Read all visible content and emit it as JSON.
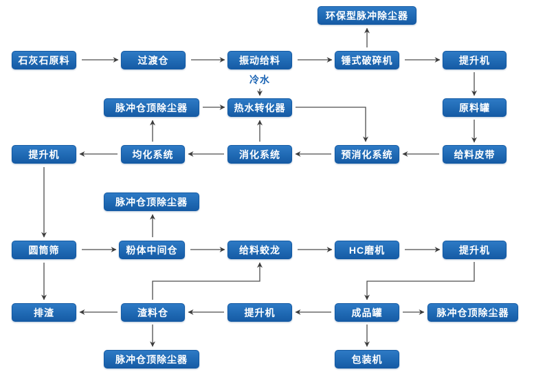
{
  "diagram": {
    "type": "flowchart",
    "language": "zh-CN",
    "colors": {
      "canvas_bg": "#ffffff",
      "node_fill_top": "#2e7ac5",
      "node_fill": "#1e68b2",
      "node_fill_bottom": "#165ba5",
      "node_border": "#1158a2",
      "node_text": "#ffffff",
      "label_blue": "#1b64b4",
      "line": "#4c4c4c",
      "arrowhead": "#3b3b3b"
    },
    "nodes": {
      "eco-pulse-collector": {
        "label": "环保型脉冲除尘器"
      },
      "limestone-raw-material": {
        "label": "石灰石原料"
      },
      "transition-bin": {
        "label": "过渡仓"
      },
      "vibrating-feeder": {
        "label": "振动给料"
      },
      "hammer-crusher": {
        "label": "锤式破碎机"
      },
      "elevator-1": {
        "label": "提升机"
      },
      "pulse-top-collector-1": {
        "label": "脉冲仓顶除尘器"
      },
      "cold-water": {
        "label": "冷水"
      },
      "hot-water-converter": {
        "label": "热水转化器"
      },
      "raw-material-tank": {
        "label": "原料罐"
      },
      "elevator-2": {
        "label": "提升机"
      },
      "homogenization-system": {
        "label": "均化系统"
      },
      "digestion-system": {
        "label": "消化系统"
      },
      "pre-digestion-system": {
        "label": "预消化系统"
      },
      "feeding-belt": {
        "label": "给料皮带"
      },
      "pulse-top-collector-2": {
        "label": "脉冲仓顶除尘器"
      },
      "drum-screen": {
        "label": "圆筒筛"
      },
      "powder-intermediate-bin": {
        "label": "粉体中间仓"
      },
      "feeding-screw": {
        "label": "给料蛟龙"
      },
      "hc-mill": {
        "label": "HC磨机"
      },
      "elevator-3": {
        "label": "提升机"
      },
      "slag-discharge": {
        "label": "排渣"
      },
      "slag-bin": {
        "label": "渣料仓"
      },
      "elevator-4": {
        "label": "提升机"
      },
      "product-tank": {
        "label": "成品罐"
      },
      "pulse-top-collector-3": {
        "label": "脉冲仓顶除尘器"
      },
      "pulse-top-collector-4": {
        "label": "脉冲仓顶除尘器"
      },
      "packing-machine": {
        "label": "包装机"
      }
    },
    "edges": [
      {
        "from": "hammer-crusher",
        "to": "eco-pulse-collector"
      },
      {
        "from": "limestone-raw-material",
        "to": "transition-bin"
      },
      {
        "from": "transition-bin",
        "to": "vibrating-feeder"
      },
      {
        "from": "vibrating-feeder",
        "to": "hammer-crusher"
      },
      {
        "from": "hammer-crusher",
        "to": "elevator-1"
      },
      {
        "from": "elevator-1",
        "to": "raw-material-tank"
      },
      {
        "from": "raw-material-tank",
        "to": "feeding-belt"
      },
      {
        "from": "feeding-belt",
        "to": "pre-digestion-system"
      },
      {
        "from": "pre-digestion-system",
        "to": "digestion-system"
      },
      {
        "from": "digestion-system",
        "to": "homogenization-system"
      },
      {
        "from": "homogenization-system",
        "to": "elevator-2"
      },
      {
        "from": "homogenization-system",
        "to": "pulse-top-collector-1"
      },
      {
        "from": "pulse-top-collector-1",
        "to": "hot-water-converter"
      },
      {
        "from": "cold-water",
        "to": "hot-water-converter"
      },
      {
        "from": "digestion-system",
        "to": "hot-water-converter"
      },
      {
        "from": "hot-water-converter",
        "to": "pre-digestion-system"
      },
      {
        "from": "elevator-2",
        "to": "drum-screen"
      },
      {
        "from": "drum-screen",
        "to": "powder-intermediate-bin"
      },
      {
        "from": "powder-intermediate-bin",
        "to": "feeding-screw"
      },
      {
        "from": "feeding-screw",
        "to": "hc-mill"
      },
      {
        "from": "hc-mill",
        "to": "elevator-3"
      },
      {
        "from": "powder-intermediate-bin",
        "to": "pulse-top-collector-2"
      },
      {
        "from": "drum-screen",
        "to": "slag-discharge"
      },
      {
        "from": "elevator-3",
        "to": "product-tank"
      },
      {
        "from": "product-tank",
        "to": "elevator-4"
      },
      {
        "from": "elevator-4",
        "to": "slag-bin"
      },
      {
        "from": "slag-bin",
        "to": "slag-discharge"
      },
      {
        "from": "slag-bin",
        "to": "feeding-screw"
      },
      {
        "from": "slag-bin",
        "to": "pulse-top-collector-4"
      },
      {
        "from": "product-tank",
        "to": "pulse-top-collector-3"
      },
      {
        "from": "product-tank",
        "to": "packing-machine"
      }
    ]
  }
}
